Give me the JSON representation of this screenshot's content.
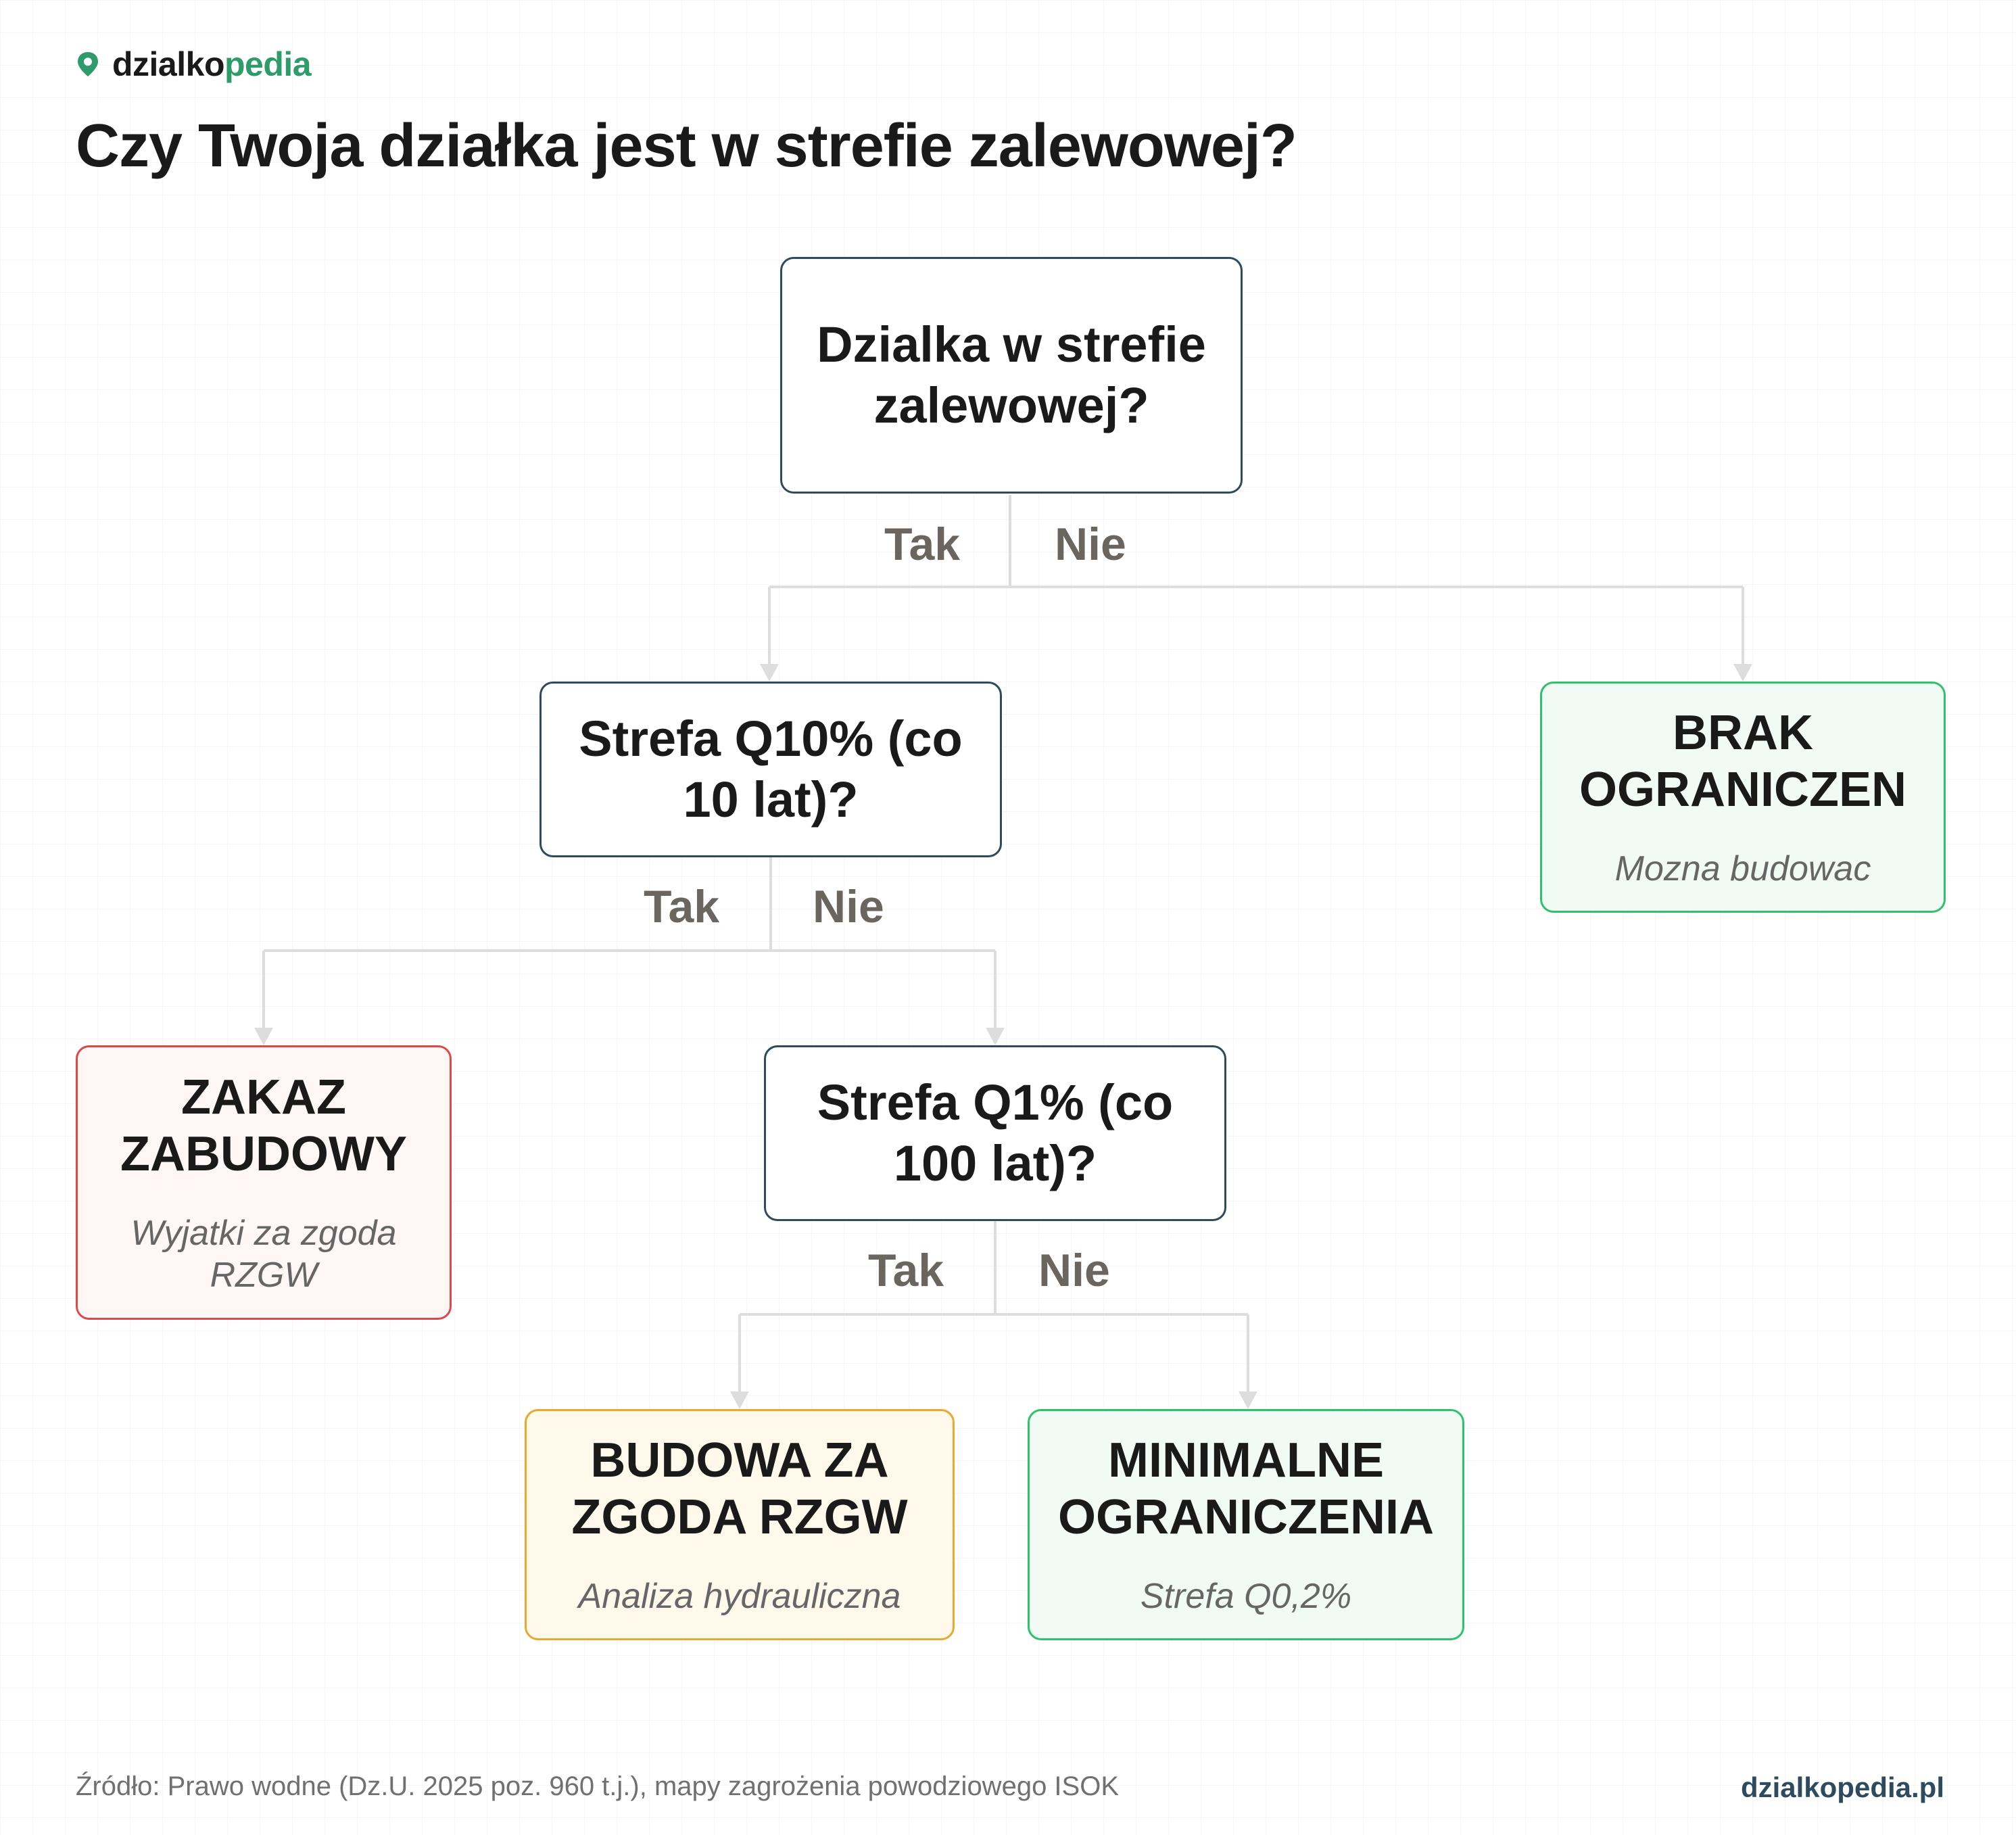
{
  "brand": {
    "part1": "dzialko",
    "part2": "pedia",
    "pin_color": "#2e9b6a"
  },
  "title": "Czy Twoja działka jest w strefie zalewowej?",
  "nodes": {
    "q1": "Dzialka w strefie zalewowej?",
    "q2": "Strefa Q10% (co 10 lat)?",
    "q3": "Strefa Q1% (co 100 lat)?",
    "brak": {
      "title": "BRAK OGRANICZEN",
      "subtitle": "Mozna budowac"
    },
    "zakaz": {
      "title": "ZAKAZ ZABUDOWY",
      "subtitle": "Wyjatki za zgoda RZGW"
    },
    "budowa": {
      "title": "BUDOWA ZA ZGODA RZGW",
      "subtitle": "Analiza hydrauliczna"
    },
    "minimalne": {
      "title": "MINIMALNE OGRANICZENIA",
      "subtitle": "Strefa Q0,2%"
    }
  },
  "labels": {
    "yes": "Tak",
    "no": "Nie"
  },
  "colors": {
    "question_border": "#2e4a5e",
    "green": "#2ec26a",
    "red": "#de4848",
    "amber": "#e8a92e",
    "connector": "#dddddd"
  },
  "footer": {
    "source": "Źródło: Prawo wodne (Dz.U. 2025 poz. 960 t.j.), mapy zagrożenia powodziowego ISOK",
    "url": "dzialkopedia.pl"
  }
}
